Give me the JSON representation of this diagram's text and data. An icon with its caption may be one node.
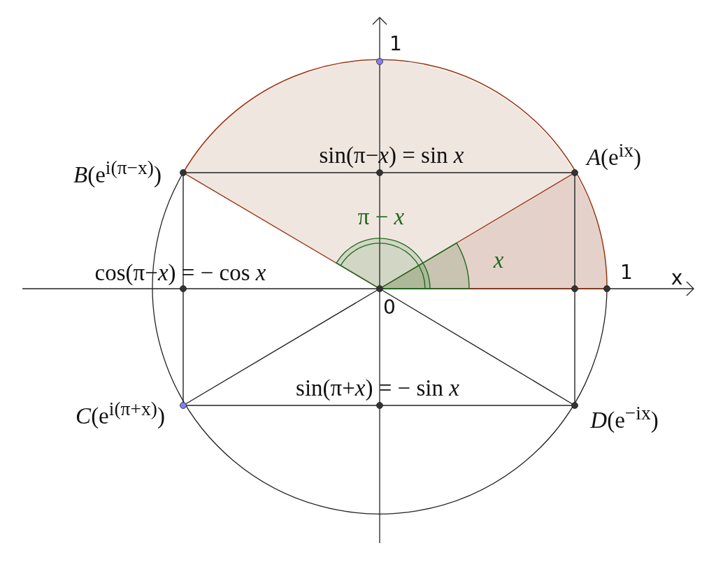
{
  "diagram": {
    "labels": [
      "1",
      "sin(π−*x*) = sin *x*",
      "*A*(e$^{ix}$)",
      "*B*(e$^{i(π−x)}$)",
      "π − *x*",
      "x",
      "cos(π−*x*) = − cos *x*",
      "1",
      "x",
      "0",
      "sin(π+*x*) = − sin *x*",
      "*C*(e$^{i(π+x)}$)",
      "*D*(e$^{−ix}$)"
    ]
  }
}
